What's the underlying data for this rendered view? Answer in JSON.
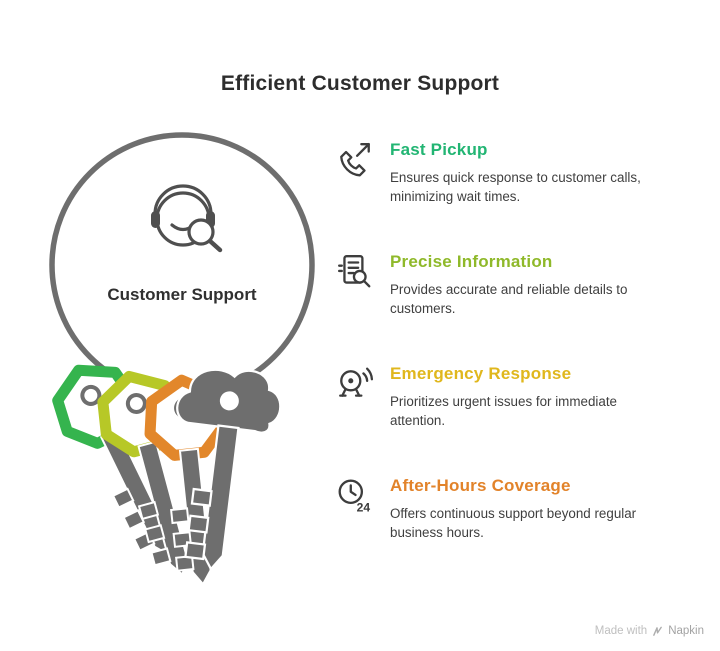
{
  "title": "Efficient Customer Support",
  "graphic": {
    "hub_label": "Customer Support",
    "key_colors": [
      "#35b44e",
      "#b7c827",
      "#e2872b",
      "#6e6e6e"
    ]
  },
  "colors": {
    "ring_gray": "#6e6e6e",
    "icon_stroke": "#3d3d3d",
    "title_text": "#2d2d2d",
    "body_text": "#3f3f3f"
  },
  "items": [
    {
      "heading": "Fast Pickup",
      "color": "#22b573",
      "description": "Ensures quick response to customer calls, minimizing wait times.",
      "icon": "phone-pickup-icon"
    },
    {
      "heading": "Precise Information",
      "color": "#8fb92a",
      "description": "Provides accurate and reliable details to customers.",
      "icon": "document-search-icon"
    },
    {
      "heading": "Emergency Response",
      "color": "#e0b71d",
      "description": "Prioritizes urgent issues for immediate attention.",
      "icon": "alarm-bell-icon"
    },
    {
      "heading": "After-Hours Coverage",
      "color": "#e2832a",
      "description": "Offers continuous support beyond regular business hours.",
      "icon": "clock-24-icon",
      "icon_label": "24"
    }
  ],
  "footer": {
    "made_with": "Made with",
    "brand": "Napkin"
  }
}
